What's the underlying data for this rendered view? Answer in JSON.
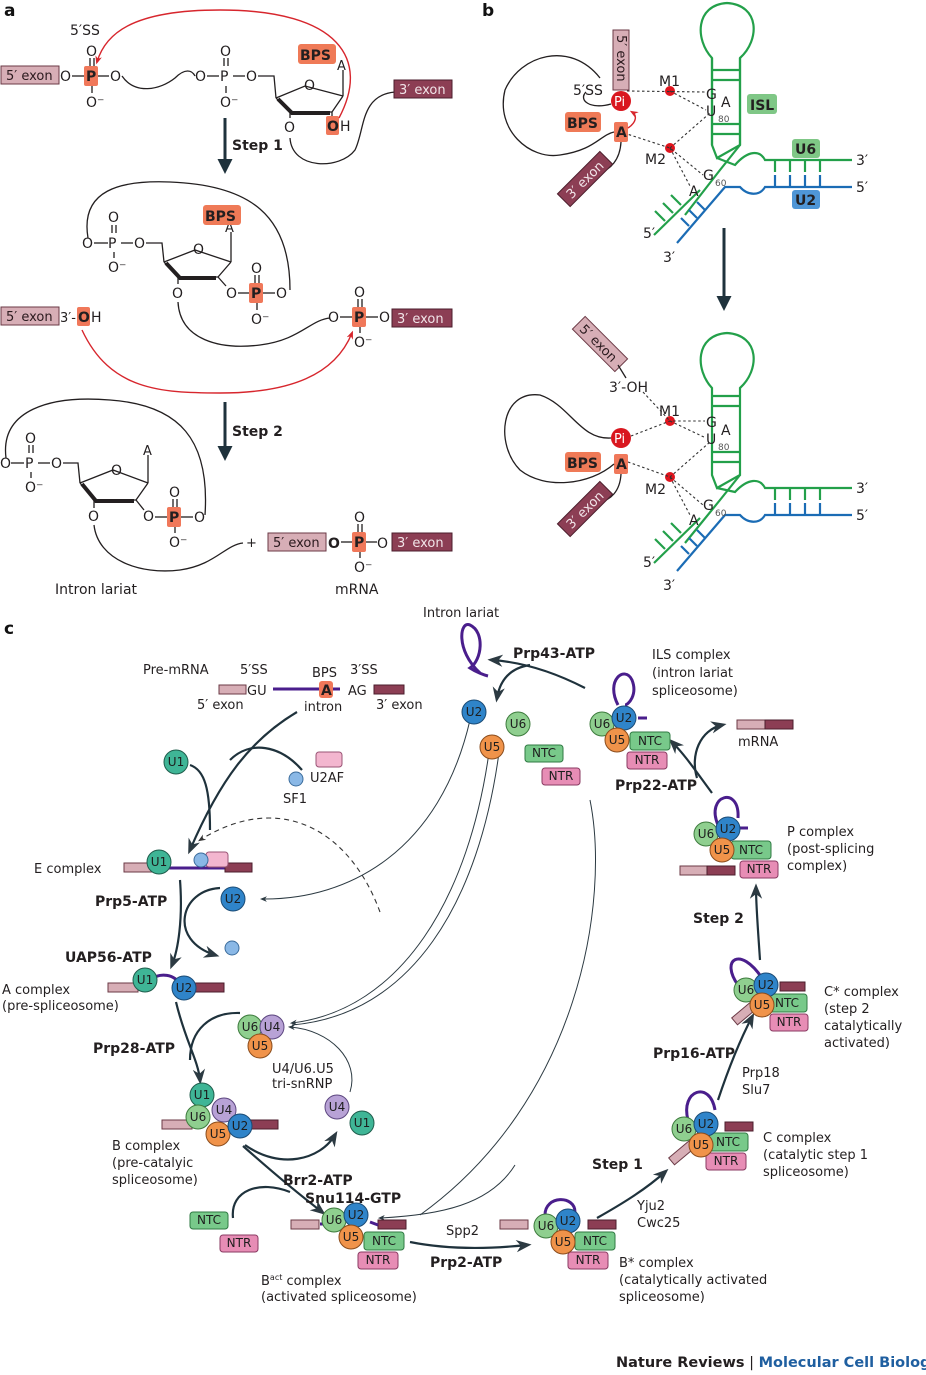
{
  "figure": {
    "panels": {
      "a": "a",
      "b": "b",
      "c": "c"
    },
    "colors": {
      "exon5": "#d7aeb6",
      "exon3": "#8c3e54",
      "highlight": "#ef7a57",
      "U1": "#3fb596",
      "U2": "#2f84c9",
      "U4": "#b8a2d6",
      "U5": "#f0934a",
      "U6": "#8fcf8f",
      "NTC": "#78c98a",
      "NTR": "#e78db5",
      "U2AF": "#f3b6cf",
      "SF1": "#8ab8e6",
      "U6_RNA": "#23a04a",
      "U2_RNA": "#1b6cb5",
      "intron": "#4a1e8c",
      "metal": "#e0141d",
      "arrow_red": "#d7262d"
    }
  },
  "panel_a": {
    "ss5_label": "5′SS",
    "exon5": "5′ exon",
    "exon3": "3′ exon",
    "bps": "BPS",
    "adenine": "A",
    "P": "P",
    "O": "O",
    "O_minus": "O⁻",
    "OH": "OH",
    "H": "H",
    "three_prime": "3′-",
    "step1": "Step 1",
    "step2": "Step 2",
    "plus": "+",
    "intron_lariat": "Intron lariat",
    "mrna": "mRNA"
  },
  "panel_b": {
    "exon5": "5′ exon",
    "exon3": "3′ exon",
    "ss5": "5′SS",
    "pi": "Pi",
    "bps": "BPS",
    "A": "A",
    "M1": "M1",
    "M2": "M2",
    "G": "G",
    "U": "U",
    "n80": "80",
    "n60": "60",
    "isl": "ISL",
    "U6": "U6",
    "U2": "U2",
    "p3": "3′",
    "p5": "5′",
    "oh3": "3′-OH"
  },
  "panel_c": {
    "pre_mrna": "Pre-mRNA",
    "ss5": "5′SS",
    "bps": "BPS",
    "ss3": "3′SS",
    "GU": "GU",
    "AG": "AG",
    "A": "A",
    "exon5": "5′ exon",
    "intron": "intron",
    "exon3": "3′ exon",
    "snrnp": {
      "U1": "U1",
      "U2": "U2",
      "U4": "U4",
      "U5": "U5",
      "U6": "U6"
    },
    "NTC": "NTC",
    "NTR": "NTR",
    "U2AF": "U2AF",
    "SF1": "SF1",
    "intron_lariat": "Intron lariat",
    "mrna": "mRNA",
    "tri_snrnp": [
      "U4/U6.U5",
      "tri-snRNP"
    ],
    "complexes": {
      "E": [
        "E complex"
      ],
      "A": [
        "A complex",
        "(pre-spliceosome)"
      ],
      "B": [
        "B complex",
        "(pre-catalyic",
        "spliceosome)"
      ],
      "Bact_main": "B",
      "Bact_sup": "act",
      "Bact_rest": " complex",
      "Bact_sub": "(activated spliceosome)",
      "Bstar": [
        "B* complex",
        "(catalytically activated",
        "spliceosome)"
      ],
      "C": [
        "C complex",
        "(catalytic step 1",
        "spliceosome)"
      ],
      "Cstar": [
        "C* complex",
        "(step 2",
        "catalytically",
        "activated)"
      ],
      "P": [
        "P complex",
        "(post-splicing",
        "complex)"
      ],
      "ILS": [
        "ILS complex",
        "(intron lariat",
        "spliceosome)"
      ]
    },
    "factors": {
      "prp5": "Prp5-ATP",
      "uap56": "UAP56-ATP",
      "prp28": "Prp28-ATP",
      "brr2": "Brr2-ATP",
      "snu114": "Snu114-GTP",
      "spp2": "Spp2",
      "prp2": "Prp2-ATP",
      "step1": "Step 1",
      "yju2": "Yju2",
      "cwc25": "Cwc25",
      "prp16": "Prp16-ATP",
      "prp18": "Prp18",
      "slu7": "Slu7",
      "step2": "Step 2",
      "prp22": "Prp22-ATP",
      "prp43": "Prp43-ATP"
    }
  },
  "footer": {
    "journal": "Nature Reviews",
    "separator": " | ",
    "section": "Molecular Cell Biology"
  }
}
